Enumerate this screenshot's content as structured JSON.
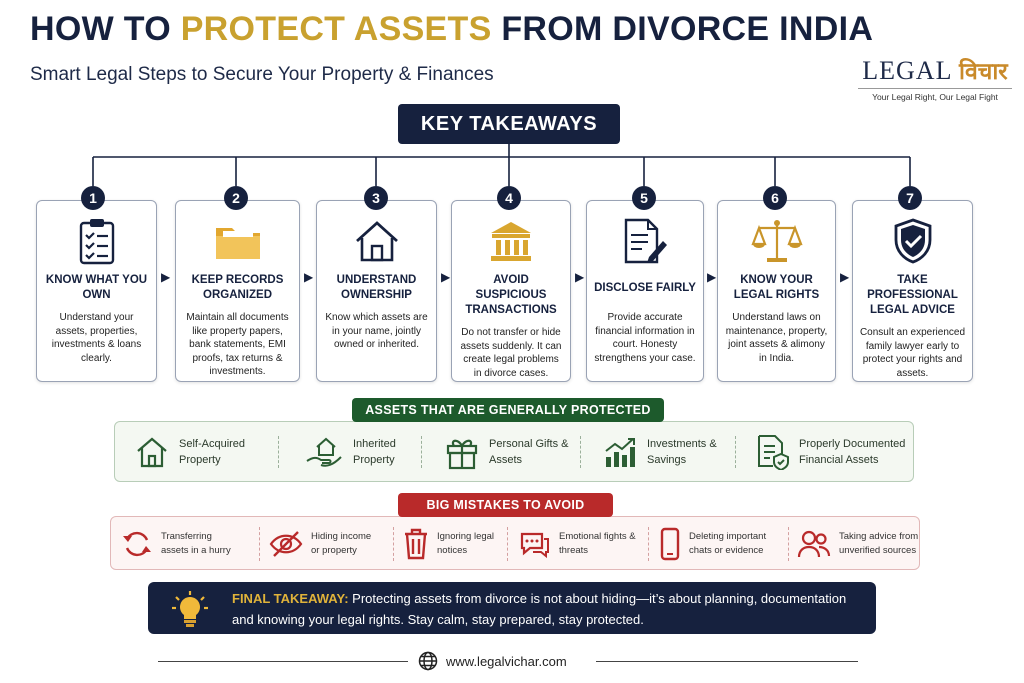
{
  "header": {
    "title_part1": "HOW TO",
    "title_highlight": "PROTECT ASSETS",
    "title_part2": "FROM DIVORCE INDIA",
    "subtitle": "Smart Legal Steps to Secure Your Property & Finances"
  },
  "logo": {
    "text": "LEGAL",
    "text_hindi": "विचार",
    "tagline": "Your Legal Right, Our Legal Fight"
  },
  "key_takeaways": {
    "label": "KEY TAKEAWAYS"
  },
  "steps": [
    {
      "num": "1",
      "title": "KNOW WHAT YOU OWN",
      "desc": "Understand your assets, properties, investments & loans clearly.",
      "icon": "clipboard-checklist-icon"
    },
    {
      "num": "2",
      "title": "KEEP RECORDS ORGANIZED",
      "desc": "Maintain all documents like property papers, bank statements, EMI proofs, tax returns & investments.",
      "icon": "folder-icon"
    },
    {
      "num": "3",
      "title": "UNDERSTAND OWNERSHIP",
      "desc": "Know which assets are in your name, jointly owned or inherited.",
      "icon": "house-icon"
    },
    {
      "num": "4",
      "title": "AVOID SUSPICIOUS TRANSACTIONS",
      "desc": "Do not transfer or hide assets suddenly. It can create legal problems in divorce cases.",
      "icon": "bank-icon"
    },
    {
      "num": "5",
      "title": "DISCLOSE FAIRLY",
      "desc": "Provide accurate financial information in court. Honesty strengthens your case.",
      "icon": "document-pen-icon"
    },
    {
      "num": "6",
      "title": "KNOW YOUR LEGAL RIGHTS",
      "desc": "Understand laws on maintenance, property, joint assets & alimony in India.",
      "icon": "scales-icon"
    },
    {
      "num": "7",
      "title": "TAKE PROFESSIONAL LEGAL ADVICE",
      "desc": "Consult an experienced family lawyer early to protect your rights and assets.",
      "icon": "shield-check-icon"
    }
  ],
  "protected": {
    "label": "ASSETS THAT ARE  GENERALLY PROTECTED",
    "items": [
      {
        "label": "Self-Acquired Property",
        "icon": "house-icon"
      },
      {
        "label": "Inherited Property",
        "icon": "hand-house-icon"
      },
      {
        "label": "Personal Gifts & Assets",
        "icon": "gift-icon"
      },
      {
        "label": "Investments & Savings",
        "icon": "growth-chart-icon"
      },
      {
        "label": "Properly Documented Financial Assets",
        "icon": "verified-document-icon"
      }
    ]
  },
  "mistakes": {
    "label": "BIG MISTAKES TO AVOID",
    "items": [
      {
        "label": "Transferring assets in a hurry",
        "icon": "refresh-arrows-icon"
      },
      {
        "label": "Hiding income or property",
        "icon": "eye-off-icon"
      },
      {
        "label": "Ignoring legal notices",
        "icon": "trash-icon"
      },
      {
        "label": "Emotional fights & threats",
        "icon": "chat-bubbles-icon"
      },
      {
        "label": "Deleting important chats or evidence",
        "icon": "phone-icon"
      },
      {
        "label": "Taking advice from unverified sources",
        "icon": "users-icon"
      }
    ]
  },
  "final": {
    "label": "FINAL TAKEAWAY:",
    "text": "Protecting assets from divorce is not about hiding—it’s about planning, documentation and knowing your legal rights. Stay calm, stay prepared, stay protected."
  },
  "footer": {
    "url": "www.legalvichar.com"
  },
  "colors": {
    "navy": "#16213e",
    "gold": "#c9a12f",
    "green": "#1d5a2c",
    "red": "#b92a2a"
  }
}
